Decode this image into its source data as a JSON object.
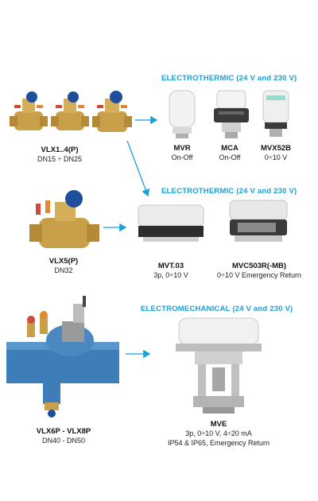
{
  "headings": {
    "electrothermic_1": "ELECTROTHERMIC (24 V and 230 V)",
    "electrothermic_2": "ELECTROTHERMIC (24 V and 230 V)",
    "electromechanical": "ELECTROMECHANICAL (24 V and 230 V)"
  },
  "valves": [
    {
      "name": "VLX1..4(P)",
      "desc": "DN15 ÷ DN25"
    },
    {
      "name": "VLX5(P)",
      "desc": "DN32"
    },
    {
      "name": "VLX6P - VLX8P",
      "desc": "DN40 - DN50"
    }
  ],
  "actuators": [
    {
      "name": "MVR",
      "desc": "On-Off"
    },
    {
      "name": "MCA",
      "desc": "On-Off"
    },
    {
      "name": "MVX52B",
      "desc": "0÷10 V"
    },
    {
      "name": "MVT.03",
      "desc": "3p, 0÷10 V"
    },
    {
      "name": "MVC503R(-MB)",
      "desc": "0÷10 V Emergency Return"
    },
    {
      "name": "MVE",
      "desc": "3p, 0÷10 V, 4÷20 mA",
      "desc2": "IP54 & IP65, Emergency Return"
    }
  ],
  "colors": {
    "accent": "#1a9fd6",
    "brass": "#c9a04a",
    "valve_blue": "#3d7db8",
    "knob_blue": "#1f4e9c"
  }
}
